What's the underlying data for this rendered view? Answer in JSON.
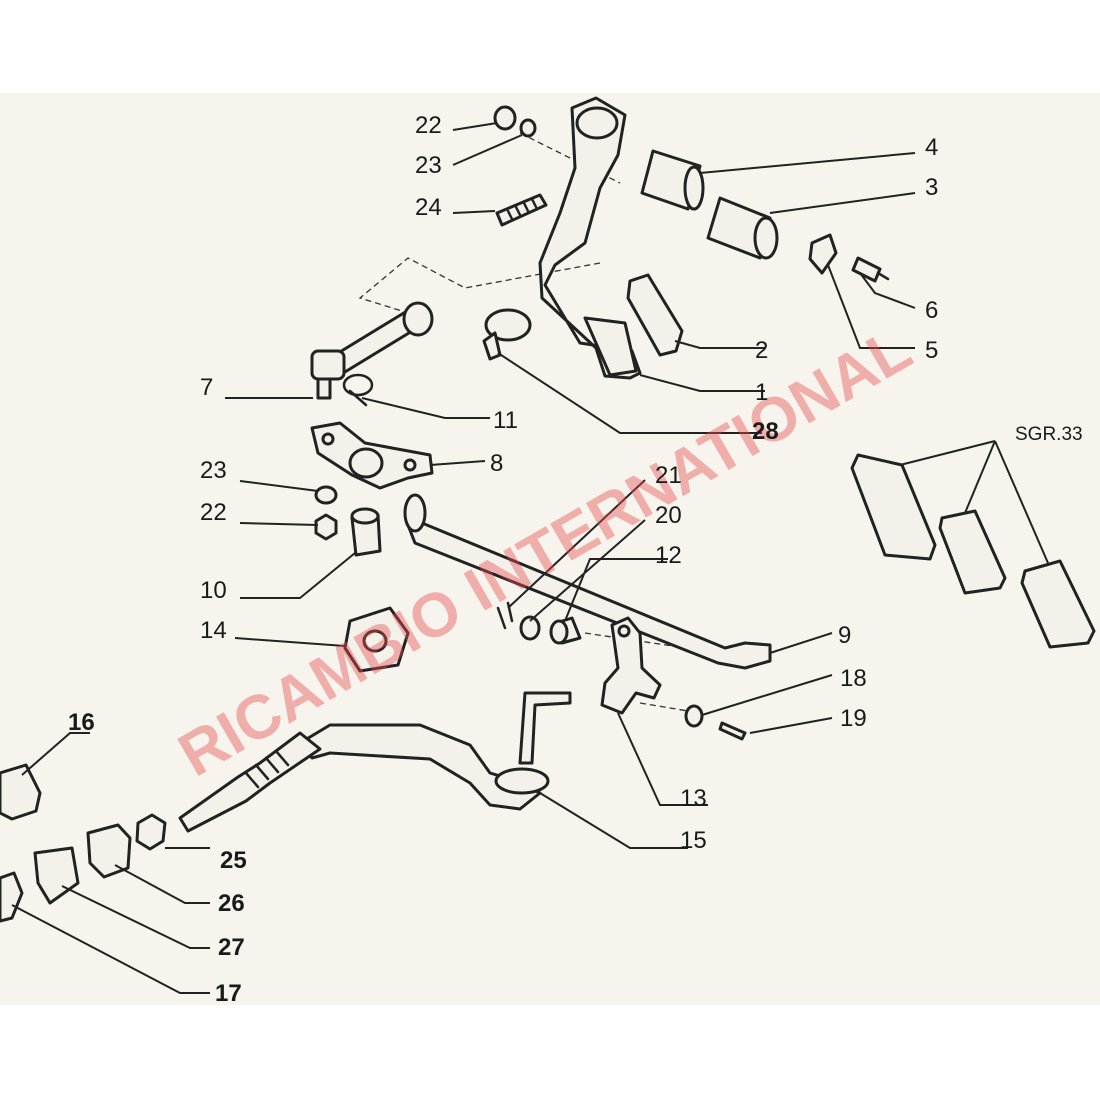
{
  "diagram": {
    "reference": "SGR.33",
    "watermark": "RICAMBIO INTERNATIONAL",
    "callouts": [
      {
        "id": "c1",
        "text": "1",
        "bold": false
      },
      {
        "id": "c2",
        "text": "2",
        "bold": false
      },
      {
        "id": "c3",
        "text": "3",
        "bold": false
      },
      {
        "id": "c4",
        "text": "4",
        "bold": false
      },
      {
        "id": "c5",
        "text": "5",
        "bold": false
      },
      {
        "id": "c6",
        "text": "6",
        "bold": false
      },
      {
        "id": "c7",
        "text": "7",
        "bold": false
      },
      {
        "id": "c8",
        "text": "8",
        "bold": false
      },
      {
        "id": "c9",
        "text": "9",
        "bold": false
      },
      {
        "id": "c10",
        "text": "10",
        "bold": false
      },
      {
        "id": "c11",
        "text": "11",
        "bold": false
      },
      {
        "id": "c12",
        "text": "12",
        "bold": false
      },
      {
        "id": "c13",
        "text": "13",
        "bold": false
      },
      {
        "id": "c14",
        "text": "14",
        "bold": false
      },
      {
        "id": "c15",
        "text": "15",
        "bold": false
      },
      {
        "id": "c16",
        "text": "16",
        "bold": true
      },
      {
        "id": "c17",
        "text": "17",
        "bold": true
      },
      {
        "id": "c18",
        "text": "18",
        "bold": false
      },
      {
        "id": "c19",
        "text": "19",
        "bold": false
      },
      {
        "id": "c20",
        "text": "20",
        "bold": false
      },
      {
        "id": "c21",
        "text": "21",
        "bold": false
      },
      {
        "id": "c22a",
        "text": "22",
        "bold": false
      },
      {
        "id": "c23a",
        "text": "23",
        "bold": false
      },
      {
        "id": "c24",
        "text": "24",
        "bold": false
      },
      {
        "id": "c23b",
        "text": "23",
        "bold": false
      },
      {
        "id": "c22b",
        "text": "22",
        "bold": false
      },
      {
        "id": "c25",
        "text": "25",
        "bold": true
      },
      {
        "id": "c26",
        "text": "26",
        "bold": true
      },
      {
        "id": "c27",
        "text": "27",
        "bold": true
      },
      {
        "id": "c28",
        "text": "28",
        "bold": true
      }
    ]
  }
}
